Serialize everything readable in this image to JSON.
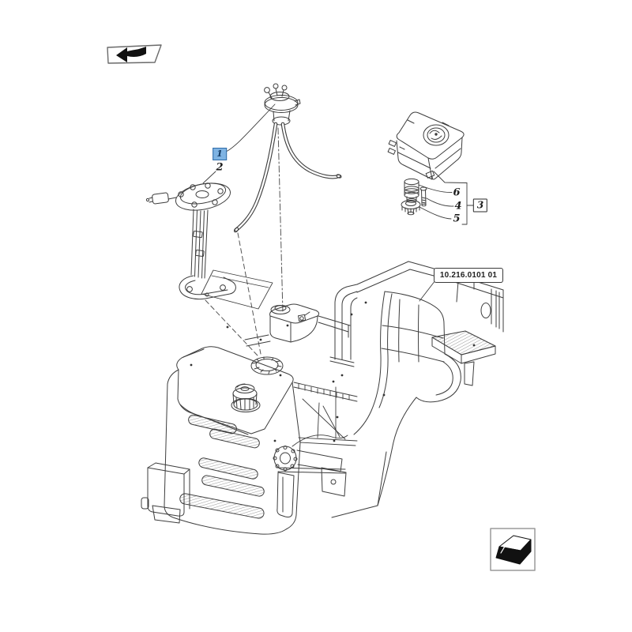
{
  "page": {
    "background_color": "#ffffff",
    "line_color": "#3d3d3d"
  },
  "icons": {
    "top_left": {
      "name": "previous-view-icon",
      "glyph": "return-arrow"
    },
    "bottom_right": {
      "name": "orientation-icon",
      "glyph": "exploded-direction-arrow"
    }
  },
  "callouts": {
    "c1": {
      "label": "1",
      "selected": true,
      "highlight_fill": "#7eb3e3",
      "highlight_border": "#2e6ca8"
    },
    "c2": {
      "label": "2",
      "selected": false
    },
    "c3": {
      "label": "3",
      "selected": false,
      "boxed": true
    },
    "c4": {
      "label": "4",
      "selected": false
    },
    "c5": {
      "label": "5",
      "selected": false
    },
    "c6": {
      "label": "6",
      "selected": false
    }
  },
  "reference_box": {
    "code": "10.216.0101 01"
  }
}
